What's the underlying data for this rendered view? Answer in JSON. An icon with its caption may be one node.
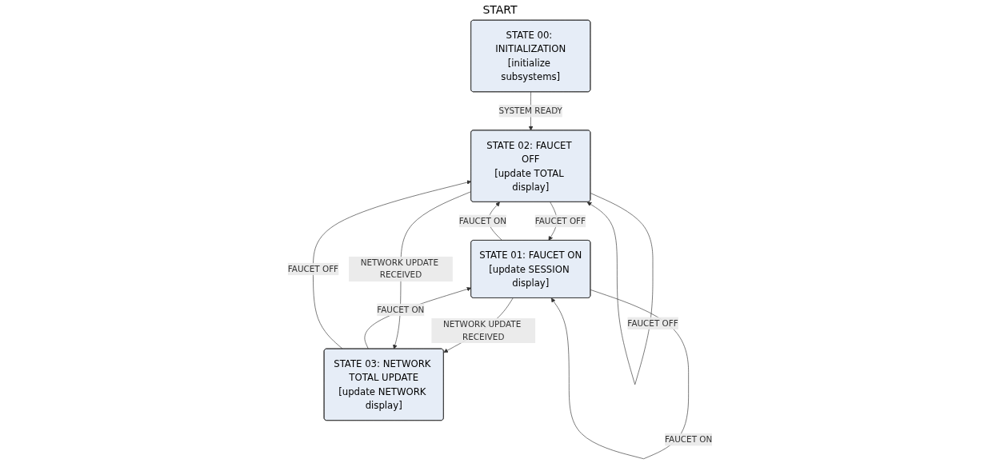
{
  "diagram": {
    "nodes": [
      {
        "text": [
          "STATE 00: INITIALIZATION",
          "[initialize subsystems]"
        ],
        "beside": [
          "START"
        ]
      },
      {
        "text": [
          "STATE 01: FAUCET ON",
          "[update SESSION display]"
        ]
      },
      {
        "text": [
          "STATE 02: FAUCET OFF",
          "[update TOTAL display]"
        ]
      },
      {
        "text": [
          "STATE 03: NETWORK TOTAL UPDATE",
          "[update NETWORK display]"
        ]
      }
    ],
    "edges": [
      {
        "from": 0,
        "to": 2,
        "label": "SYSTEM READY",
        "arrow": "to"
      },
      {
        "from": 1,
        "to": 1,
        "label": "FAUCET ON",
        "arrow": "to"
      },
      {
        "from": 1,
        "to": 2,
        "label": "FAUCET ON",
        "arrow": "to"
      },
      {
        "from": 2,
        "to": 1,
        "label": "FAUCET OFF",
        "arrow": "to"
      },
      {
        "from": 2,
        "to": 2,
        "label": "FAUCET OFF",
        "arrow": "to"
      },
      {
        "from": 3,
        "to": 1,
        "label": "FAUCET ON",
        "arrow": "to"
      },
      {
        "from": 1,
        "to": 3,
        "label": "NETWORK UPDATE RECEIVED",
        "arrow": "to"
      },
      {
        "from": 3,
        "to": 2,
        "label": "FAUCET OFF",
        "arrow": "to"
      },
      {
        "from": 2,
        "to": 3,
        "label": "NETWORK UPDATE RECEIVED",
        "arrow": "to"
      }
    ]
  }
}
